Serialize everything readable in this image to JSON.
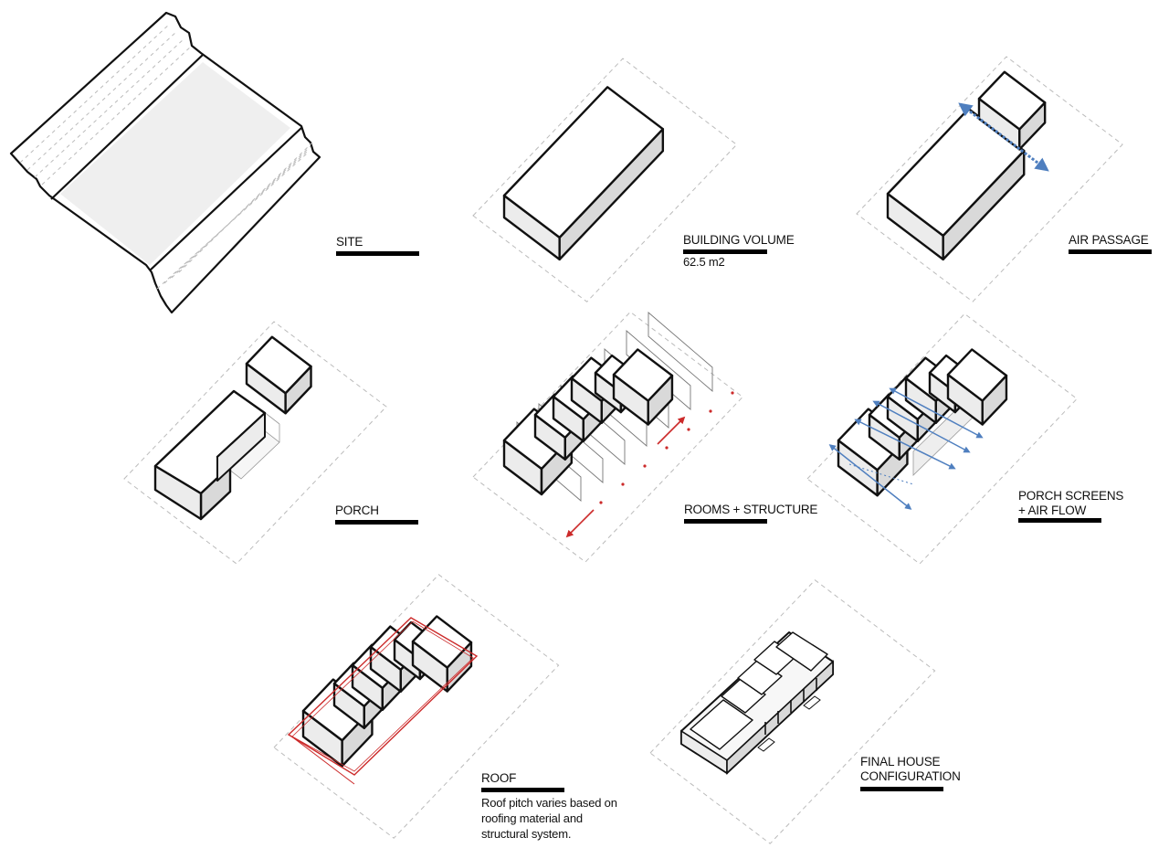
{
  "colors": {
    "ink": "#111111",
    "fill_top": "#ffffff",
    "fill_side": "#ececec",
    "fill_front": "#d9d9d9",
    "site_fill": "#efefef",
    "dashed": "#bbbbbb",
    "structure_red": "#cc2a2a",
    "airflow_blue": "#4f7fbf"
  },
  "panels": {
    "site": {
      "title": "SITE"
    },
    "building_volume": {
      "title": "BUILDING VOLUME",
      "subtitle": "62.5 m2"
    },
    "air_passage": {
      "title": "AIR PASSAGE"
    },
    "porch": {
      "title": "PORCH"
    },
    "rooms_structure": {
      "title": "ROOMS + STRUCTURE"
    },
    "porch_screens": {
      "title_line1": "PORCH SCREENS",
      "title_line2": "+ AIR FLOW"
    },
    "roof": {
      "title": "ROOF",
      "note_line1": "Roof pitch varies based on",
      "note_line2": "roofing material and",
      "note_line3": "structural system."
    },
    "final": {
      "title_line1": "FINAL HOUSE",
      "title_line2": "CONFIGURATION"
    }
  }
}
